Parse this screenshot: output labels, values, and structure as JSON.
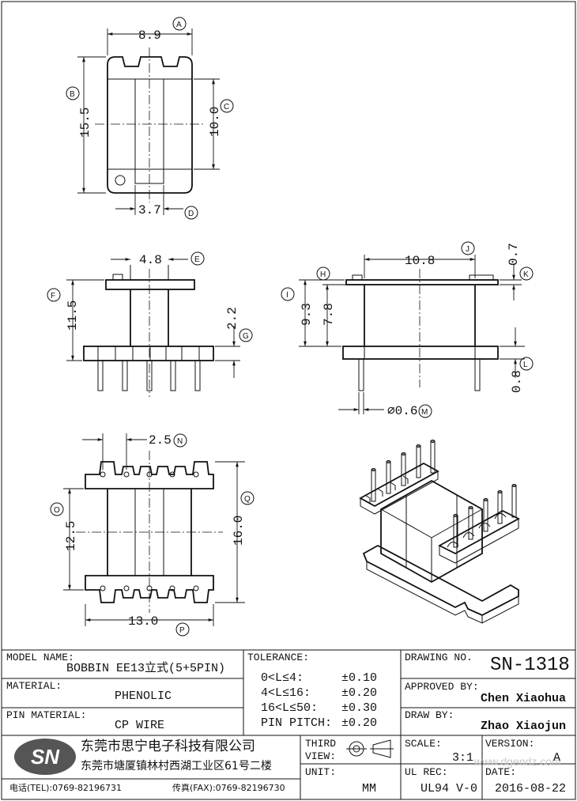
{
  "drawing": {
    "views": {
      "top": {
        "width": "8.9",
        "length": "15.5",
        "inner": "10.0",
        "slot": "3.7",
        "tags": [
          "A",
          "B",
          "C",
          "D"
        ]
      },
      "side": {
        "width": "4.8",
        "height": "11.5",
        "flange": "2.2",
        "tags": [
          "E",
          "F",
          "G"
        ]
      },
      "front": {
        "length": "10.8",
        "top_flange": "0.7",
        "height": "9.3",
        "inner": "7.8",
        "bottom_flange": "0.8",
        "pin_dia": "⌀0.6",
        "tags": [
          "H",
          "I",
          "J",
          "K",
          "L",
          "M"
        ]
      },
      "bottom": {
        "pitch": "2.5",
        "inner": "12.5",
        "length": "16.0",
        "width": "13.0",
        "tags": [
          "N",
          "O",
          "Q",
          "P"
        ]
      }
    },
    "watermark": "www.dgendz.com"
  },
  "title_block": {
    "model_label": "MODEL NAME:",
    "model_value": "BOBBIN EE13立式(5+5PIN)",
    "material_label": "MATERIAL:",
    "material_value": "PHENOLIC",
    "pin_material_label": "PIN MATERIAL:",
    "pin_material_value": "CP WIRE",
    "tolerance_label": "TOLERANCE:",
    "tolerance_rows": [
      {
        "range": "0<L≤4:",
        "tol": "±0.10"
      },
      {
        "range": "4<L≤16:",
        "tol": "±0.20"
      },
      {
        "range": "16<L≤50:",
        "tol": "±0.30"
      },
      {
        "range": "PIN PITCH:",
        "tol": "±0.20"
      }
    ],
    "drawing_no_label": "DRAWING NO.",
    "drawing_no": "SN-1318",
    "approved_label": "APPROVED BY:",
    "approved_by": "Chen Xiaohua",
    "draw_label": "DRAW BY:",
    "draw_by": "Zhao Xiaojun",
    "third_view_label": "THIRD\nVIEW:",
    "third_view_1": "THIRD",
    "third_view_2": "VIEW:",
    "unit_label": "UNIT:",
    "unit_value": "MM",
    "scale_label": "SCALE:",
    "scale_value": "3:1",
    "version_label": "VERSION:",
    "version_value": "A",
    "ul_label": "UL REC:",
    "ul_value": "UL94 V-0",
    "date_label": "DATE:",
    "date_value": "2016-08-22",
    "logo_text": "SN",
    "company_name": "东莞市思宁电子科技有限公司",
    "company_address": "东莞市塘厦镇林村西湖工业区61号二楼",
    "tel": "电话(TEL):0769-82196731",
    "fax": "传真(FAX):0769-82196730"
  }
}
